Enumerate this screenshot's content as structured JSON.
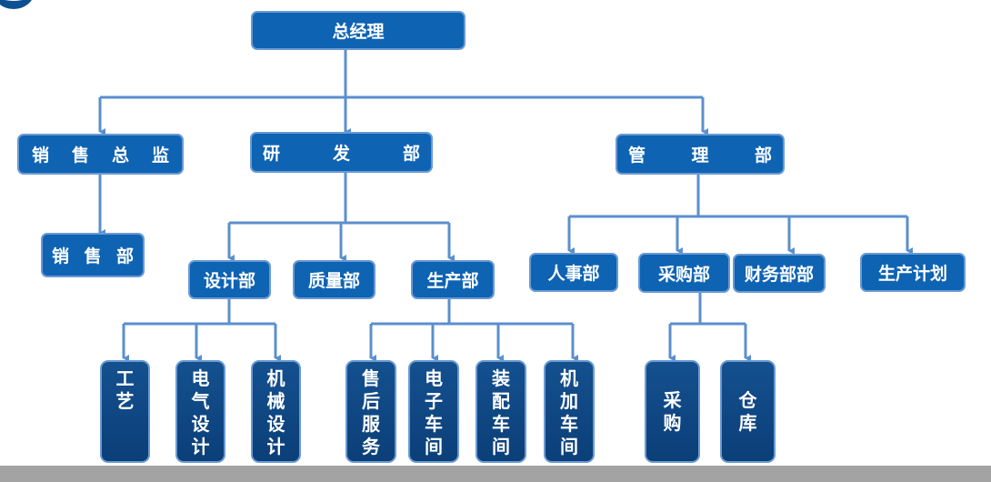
{
  "colors": {
    "box": "#0e63b3",
    "box_dark": "#0b3f78",
    "border": "#6a9ad3",
    "connector": "#5b8fce",
    "footer": "#a3a3a3"
  },
  "root": {
    "label": "总经理"
  },
  "level1": [
    {
      "id": "sales-director",
      "chars": [
        "销",
        "售",
        "总",
        "监"
      ]
    },
    {
      "id": "rd-dept",
      "chars": [
        "研",
        "发",
        "部"
      ]
    },
    {
      "id": "management-dept",
      "chars": [
        "管",
        "理",
        "部"
      ]
    }
  ],
  "sales": {
    "dept": {
      "chars": [
        "销",
        "售",
        "部"
      ]
    }
  },
  "rd": {
    "children": [
      {
        "id": "design-dept",
        "label": "设计部"
      },
      {
        "id": "quality-dept",
        "label": "质量部"
      },
      {
        "id": "production-dept",
        "label": "生产部"
      }
    ],
    "design_children": [
      {
        "id": "process",
        "chars": [
          "工",
          "艺"
        ]
      },
      {
        "id": "electrical-design",
        "chars": [
          "电",
          "气",
          "设",
          "计"
        ]
      },
      {
        "id": "mechanical-design",
        "chars": [
          "机",
          "械",
          "设",
          "计"
        ]
      }
    ],
    "production_children": [
      {
        "id": "after-sales",
        "chars": [
          "售",
          "后",
          "服",
          "务"
        ]
      },
      {
        "id": "electronics-workshop",
        "chars": [
          "电",
          "子",
          "车",
          "间"
        ]
      },
      {
        "id": "assembly-workshop",
        "chars": [
          "装",
          "配",
          "车",
          "间"
        ]
      },
      {
        "id": "machining-workshop",
        "chars": [
          "机",
          "加",
          "车",
          "间"
        ]
      }
    ]
  },
  "management": {
    "children": [
      {
        "id": "hr-dept",
        "label": "人事部"
      },
      {
        "id": "purchasing-dept",
        "label": "采购部"
      },
      {
        "id": "finance-dept",
        "label": "财务部部"
      },
      {
        "id": "production-planning",
        "label": "生产计划"
      }
    ],
    "purchasing_children": [
      {
        "id": "purchasing",
        "chars": [
          "采",
          "购"
        ]
      },
      {
        "id": "warehouse",
        "chars": [
          "仓",
          "库"
        ]
      }
    ]
  }
}
